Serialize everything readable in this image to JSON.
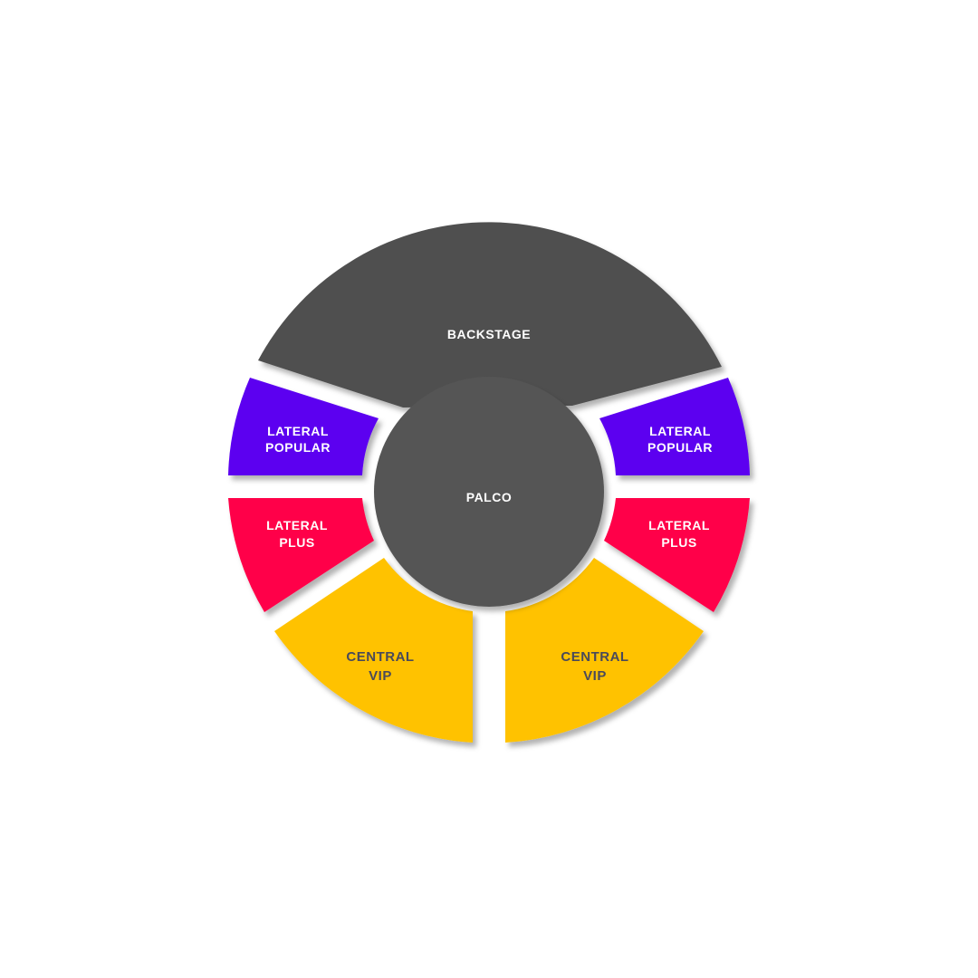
{
  "colors": {
    "backstage": "#505050",
    "palco": "#555555",
    "lateral_popular": "#5b00f0",
    "lateral_plus": "#ff0048",
    "central_vip": "#ffc200"
  },
  "zones": {
    "backstage": {
      "label": "BACKSTAGE"
    },
    "palco": {
      "label": "PALCO"
    },
    "lateral_popular_left": {
      "line1": "LATERAL",
      "line2": "POPULAR"
    },
    "lateral_popular_right": {
      "line1": "LATERAL",
      "line2": "POPULAR"
    },
    "lateral_plus_left": {
      "line1": "LATERAL",
      "line2": "PLUS"
    },
    "lateral_plus_right": {
      "line1": "LATERAL",
      "line2": "PLUS"
    },
    "central_vip_left": {
      "line1": "CENTRAL",
      "line2": "VIP"
    },
    "central_vip_right": {
      "line1": "CENTRAL",
      "line2": "VIP"
    }
  }
}
